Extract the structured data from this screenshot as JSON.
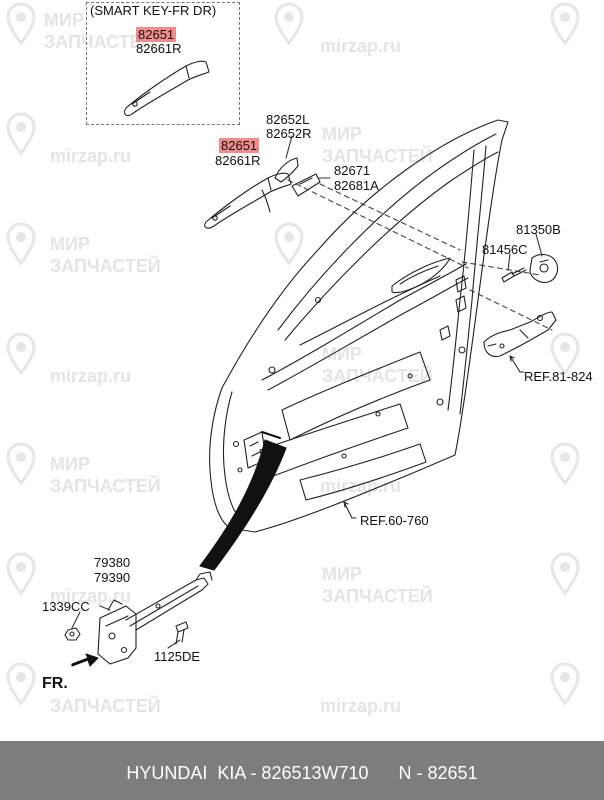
{
  "watermark": {
    "site": "mirzap.ru",
    "line1": "МИР",
    "line2": "ЗАПЧАСТЕЙ"
  },
  "smart_key_title": "(SMART KEY-FR DR)",
  "labels": {
    "smart_82651": "82651",
    "smart_82661r": "82661R",
    "p_82651": "82651",
    "p_82661r": "82661R",
    "p_82652l": "82652L",
    "p_82652r": "82652R",
    "p_82671": "82671",
    "p_82681a": "82681A",
    "p_81350b": "81350B",
    "p_81456c": "81456C",
    "ref_81824": "REF.81-824",
    "ref_60760": "REF.60-760",
    "p_79380": "79380",
    "p_79390": "79390",
    "p_1339cc": "1339CC",
    "p_1125de": "1125DE",
    "fr": "FR."
  },
  "footer": {
    "text": "HYUNDAI  KIA - 826513W710      N - 82651"
  },
  "colors": {
    "highlight": "#f28b8b",
    "footer_bg": "#7d7d7d",
    "watermark": "#e4e4e4",
    "line": "#222222"
  }
}
